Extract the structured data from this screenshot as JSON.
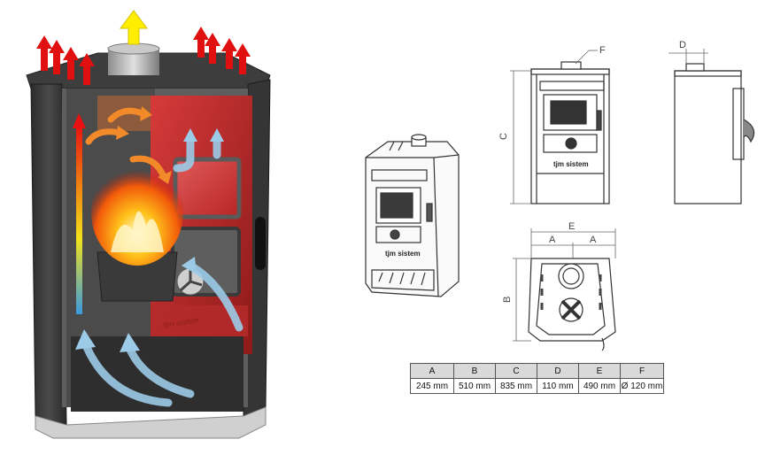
{
  "cutaway": {
    "brand_label": "tjm sistem"
  },
  "front_view": {
    "brand_label": "tjm sistem"
  },
  "dimension_labels": {
    "a_left": "A",
    "a_right": "A",
    "b": "B",
    "c": "C",
    "d": "D",
    "e": "E",
    "f": "F"
  },
  "spec_table": {
    "headers": [
      "A",
      "B",
      "C",
      "D",
      "E",
      "F"
    ],
    "values": [
      "245 mm",
      "510 mm",
      "835 mm",
      "110 mm",
      "490 mm",
      "Ø 120 mm"
    ]
  },
  "colors": {
    "hot_air": "#e01010",
    "cool_air": "#9ccbe8",
    "exhaust": "#ffee00",
    "stove_body": "#3a3a3a",
    "firebox_red": "#c0262a"
  }
}
